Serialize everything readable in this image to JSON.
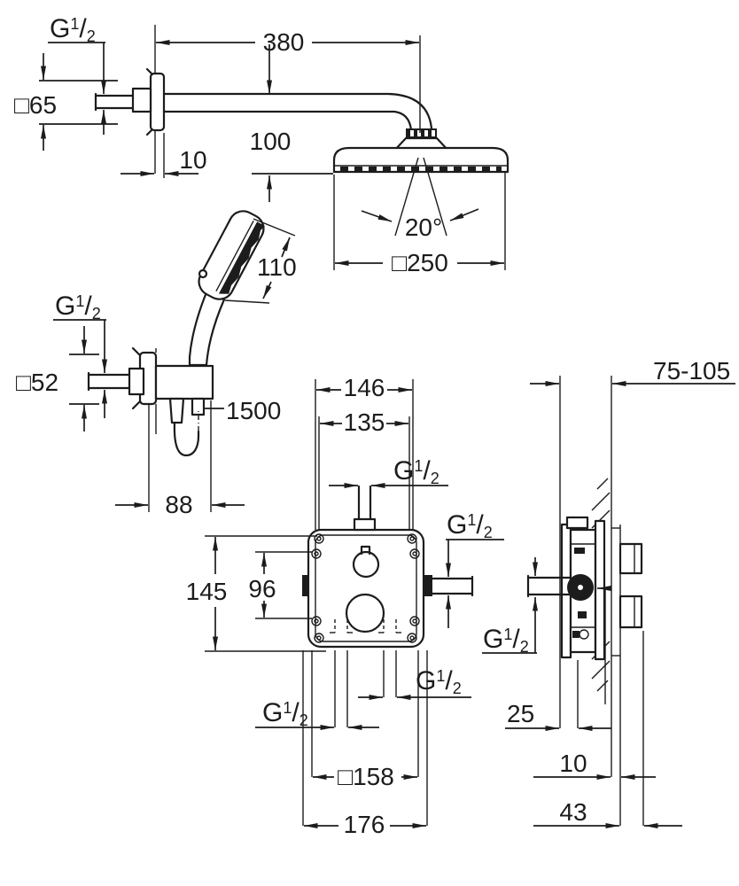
{
  "drawing": {
    "background": "#ffffff",
    "line_color": "#1c1c1c",
    "thread": {
      "g": "G",
      "sup": "1",
      "slash": "/",
      "sub": "2"
    },
    "head_shower": {
      "arm_length": "380",
      "drop": "100",
      "wall_plate": "□65",
      "plate_depth": "10",
      "spray_angle": "20°",
      "head_size": "□250"
    },
    "hand_shower": {
      "head_length": "110",
      "wall_plate": "□52",
      "hose_length": "1500",
      "bracket_offset": "88"
    },
    "valve_front": {
      "box_width": "146",
      "port_spacing": "135",
      "box_height": "145",
      "screw_spacing": "96",
      "plate_size": "□158",
      "recess": "176"
    },
    "valve_side": {
      "install_depth": "75-105",
      "center_depth": "25",
      "plate_gap": "10",
      "handle_depth": "43"
    }
  }
}
